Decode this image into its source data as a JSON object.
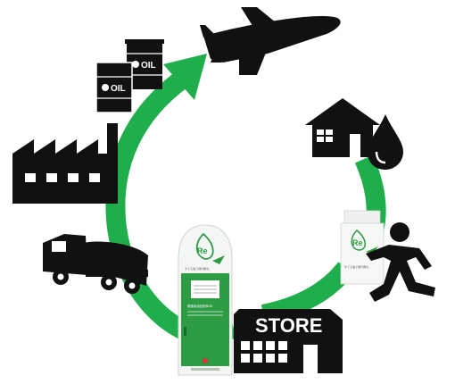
{
  "cycle": {
    "store_label": "STORE",
    "oil_label": "OIL",
    "re_logo": "Re",
    "box_caption": "すてる油で飛行機を。",
    "box_panel_line": "廃食用油回収BOX",
    "colors": {
      "arrow": "#1fae4b",
      "icon": "#111111",
      "box_green": "#2e9b45",
      "box_white": "#f4f6f4"
    },
    "icons": [
      "airplane-icon",
      "house-icon",
      "oil-drop-icon",
      "running-person-icon",
      "store-icon",
      "collection-box-icon",
      "tanker-truck-icon",
      "factory-icon",
      "oil-barrels-icon"
    ]
  }
}
